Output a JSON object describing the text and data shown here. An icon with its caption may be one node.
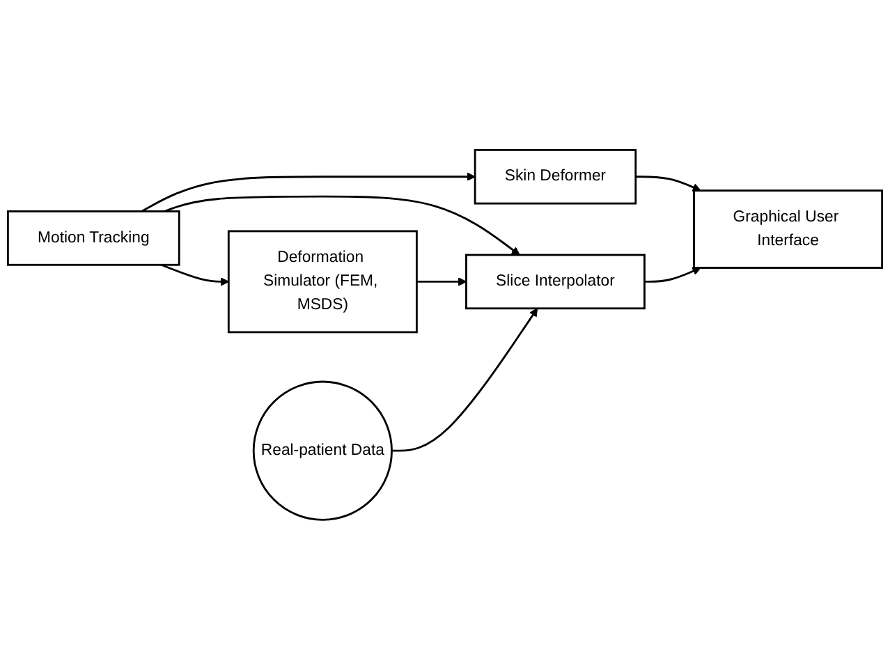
{
  "diagram": {
    "nodes": [
      {
        "text": [
          "Motion Tracking"
        ]
      },
      {
        "text": [
          "Skin Deformer"
        ]
      },
      {
        "text": [
          "Graphical User Interface"
        ]
      },
      {
        "text": [
          "Deformation Simulator (FEM, MSDS)"
        ]
      },
      {
        "text": [
          "Slice Interpolator"
        ]
      },
      {
        "text": [
          "Real-patient Data"
        ]
      }
    ],
    "edges": [
      {
        "from": 0,
        "to": 1,
        "arrow": "to"
      },
      {
        "from": 0,
        "to": 3,
        "arrow": "to"
      },
      {
        "from": 0,
        "to": 4,
        "arrow": "to"
      },
      {
        "from": 1,
        "to": 2,
        "arrow": "to"
      },
      {
        "from": 3,
        "to": 4,
        "arrow": "to"
      },
      {
        "from": 4,
        "to": 2,
        "arrow": "to"
      },
      {
        "from": 5,
        "to": 4,
        "arrow": "to"
      }
    ]
  }
}
